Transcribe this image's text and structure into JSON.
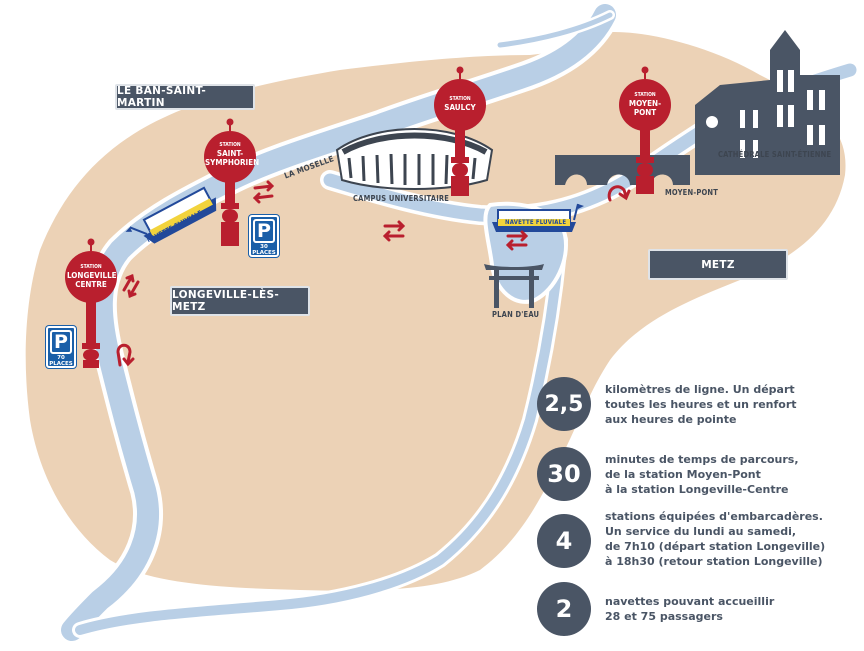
{
  "areas": {
    "ban_saint_martin": "LE BAN-SAINT-MARTIN",
    "longeville": "LONGEVILLE-LÈS-METZ",
    "metz": "METZ"
  },
  "places": {
    "moselle": "LA MOSELLE",
    "campus": "CAMPUS UNIVERSITAIRE",
    "cathedrale": "CATHÉDRALE SAINT-ÉTIENNE",
    "moyen_pont": "MOYEN-PONT",
    "plan_eau": "PLAN D'EAU"
  },
  "stations": [
    {
      "small": "STATION",
      "name_1": "LONGEVILLE",
      "name_2": "CENTRE"
    },
    {
      "small": "STATION",
      "name_1": "SAINT-",
      "name_2": "SYMPHORIEN"
    },
    {
      "small": "STATION",
      "name_1": "SAULCY",
      "name_2": ""
    },
    {
      "small": "STATION",
      "name_1": "MOYEN-",
      "name_2": "PONT"
    }
  ],
  "boats": [
    {
      "label": "NAVETTE FLUVIALE"
    },
    {
      "label": "NAVETTE FLUVIALE"
    }
  ],
  "parkings": [
    {
      "letter": "P",
      "places": "30\nPLACES"
    },
    {
      "letter": "P",
      "places": "70\nPLACES"
    }
  ],
  "stats": [
    {
      "number": "2,5",
      "text": "kilomètres de ligne. Un départ\ntoutes les heures et un renfort\naux heures de pointe"
    },
    {
      "number": "30",
      "text": "minutes de temps de parcours,\nde la station Moyen-Pont\nà la station Longeville-Centre"
    },
    {
      "number": "4",
      "text": "stations équipées d'embarcadères.\nUn service du lundi au samedi,\nde 7h10 (départ station Longeville)\nà 18h30 (retour station Longeville)"
    },
    {
      "number": "2",
      "text": "navettes pouvant accueillir\n28 et 75 passagers"
    }
  ],
  "colors": {
    "land": "#ecd2b6",
    "river": "#b9cfe6",
    "river_edge": "#ffffff",
    "station_red": "#b91f2e",
    "label_grey": "#4a5565",
    "parking_blue": "#1a5fa8",
    "boat_blue": "#22499a",
    "boat_yellow": "#f2d33c"
  },
  "icons": [
    "station-sign-icon",
    "boat-icon",
    "parking-icon",
    "direction-arrows-icon",
    "u-turn-arrow-icon",
    "stadium-icon",
    "cathedral-icon",
    "bridge-icon",
    "torii-gate-icon"
  ]
}
